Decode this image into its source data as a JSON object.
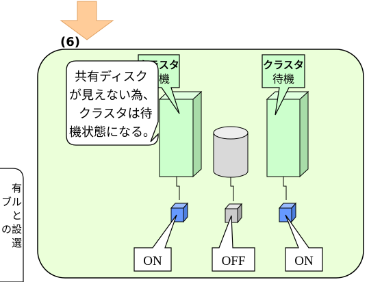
{
  "step_label": "(6)",
  "callout": {
    "lines": [
      "共有ディスク",
      "が見えない為、",
      "クラスタは待",
      "機状態になる。"
    ]
  },
  "left_note": {
    "lines": [
      "有",
      "ブル",
      "と",
      "の設",
      "選"
    ]
  },
  "servers": [
    {
      "status_lines": [
        "クラスタ",
        "待機"
      ]
    },
    {
      "status_lines": [
        "クラスタ",
        "待機"
      ]
    }
  ],
  "power_labels": {
    "left": "ON",
    "middle": "OFF",
    "right": "ON"
  },
  "colors": {
    "panel_fill": "#ebffd9",
    "server_fill": "#ccffcc",
    "disk_fill": "#d9d9d9",
    "switch_blue": "#6699ff",
    "switch_gray": "#cccccc",
    "arrow_fill": "#ffcc99"
  }
}
